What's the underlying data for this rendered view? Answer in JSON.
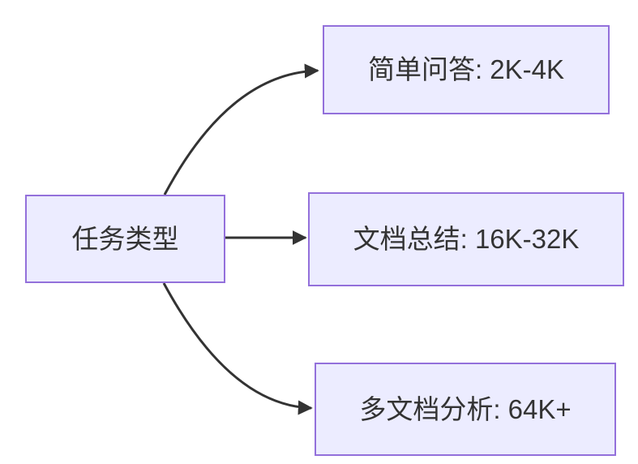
{
  "diagram": {
    "type": "flowchart-lr",
    "root": {
      "label": "任务类型"
    },
    "branches": [
      {
        "label": "简单问答: 2K-4K"
      },
      {
        "label": "文档总结: 16K-32K"
      },
      {
        "label": "多文档分析: 64K+"
      }
    ],
    "colors": {
      "node_fill": "#ECECFF",
      "node_border": "#9370DB",
      "arrow": "#333333",
      "text": "#333333",
      "background": "#ffffff"
    }
  }
}
